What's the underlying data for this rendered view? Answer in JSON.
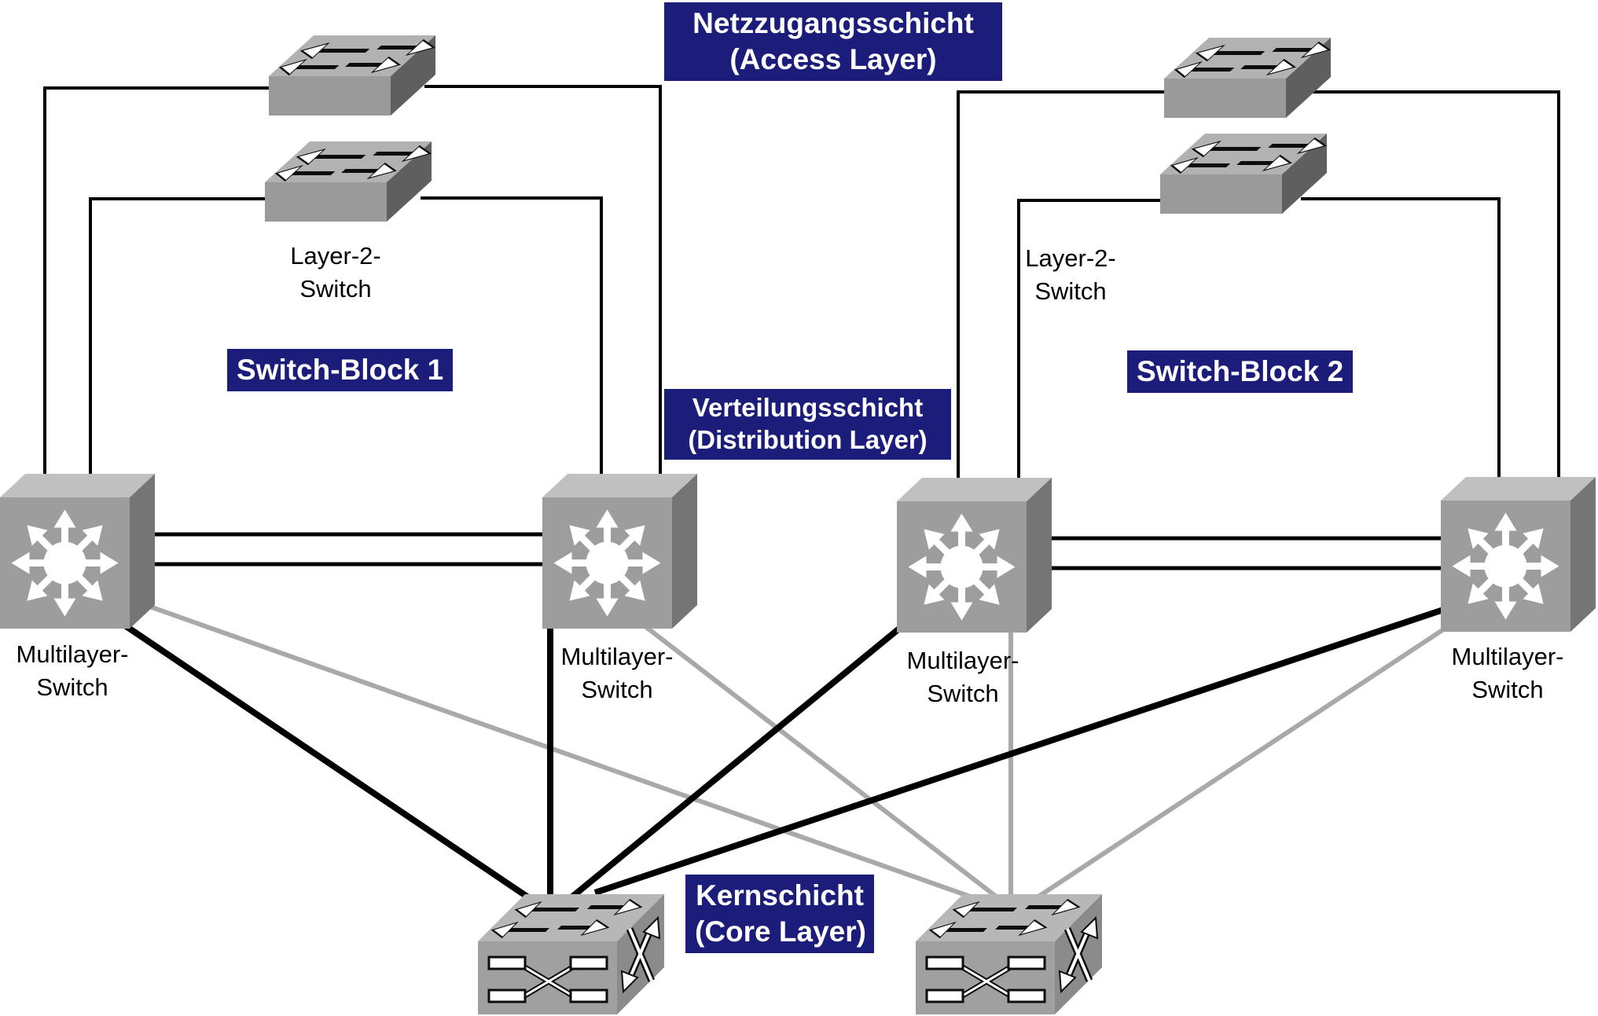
{
  "diagram": {
    "layer_labels": {
      "access": {
        "line1": "Netzzugangsschicht",
        "line2": "(Access Layer)"
      },
      "distribution": {
        "line1": "Verteilungsschicht",
        "line2": "(Distribution Layer)"
      },
      "core": {
        "line1": "Kernschicht",
        "line2": "(Core Layer)"
      }
    },
    "blocks": {
      "block1": "Switch-Block 1",
      "block2": "Switch-Block 2"
    },
    "node_labels": {
      "layer2": {
        "line1": "Layer-2-",
        "line2": "Switch"
      },
      "multilayer": {
        "line1": "Multilayer-",
        "line2": "Switch"
      }
    },
    "icons": {
      "layer2_switch": "workgroup-switch-3d-slab",
      "multilayer_switch": "multilayer-switch-cube-8-arrow-star",
      "core_switch": "core-switch-box-crossed-links"
    },
    "colors": {
      "label_bg": "#1c1c7a",
      "label_text": "#ffffff",
      "link_black": "#000000",
      "link_gray": "#a9a9a9",
      "icon_top": "#b9b9b9",
      "icon_front": "#9a9a9a",
      "icon_side_dark": "#5f5f5f",
      "icon_side_mid": "#787878",
      "background": "#ffffff"
    }
  }
}
